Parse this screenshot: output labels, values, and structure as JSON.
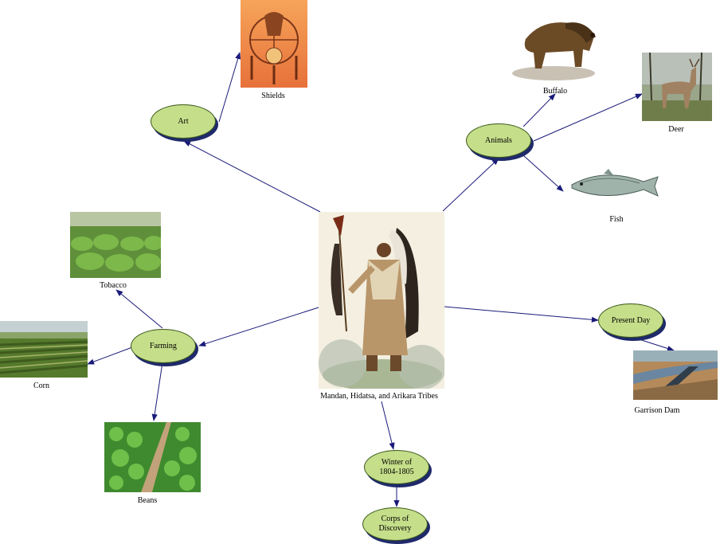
{
  "diagram": {
    "central": {
      "caption": "Mandan, Hidatsa, and Arikara Tribes",
      "image": "chief-portrait"
    },
    "topics": {
      "art": "Art",
      "animals": "Animals",
      "farming": "Farming",
      "present_day": "Present Day",
      "winter": "Winter of\n1804-1805",
      "corps": "Corps of\nDiscovery"
    },
    "pictures": {
      "shields": {
        "caption": "Shields",
        "image": "shield-art"
      },
      "buffalo": {
        "caption": "Buffalo",
        "image": "buffalo"
      },
      "deer": {
        "caption": "Deer",
        "image": "deer"
      },
      "fish": {
        "caption": "Fish",
        "image": "fish"
      },
      "tobacco": {
        "caption": "Tobacco",
        "image": "tobacco-field"
      },
      "corn": {
        "caption": "Corn",
        "image": "corn-field"
      },
      "beans": {
        "caption": "Beans",
        "image": "bean-field"
      },
      "garrison": {
        "caption": "Garrison Dam",
        "image": "garrison-dam"
      }
    },
    "colors": {
      "node_fill": "#c5de8a",
      "arrow": "#1a1a7a",
      "shadow": "#1f2a6b"
    }
  }
}
